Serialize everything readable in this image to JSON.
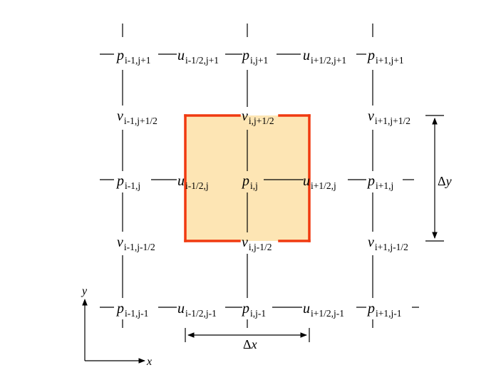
{
  "diagram": {
    "cell": {
      "fill": "#fde5b4",
      "edge_color": "#f03a10"
    },
    "labels": [
      {
        "id": "p-im1-jp1",
        "base": "p",
        "sub": "i-1,j+1"
      },
      {
        "id": "u-imh-jp1",
        "base": "u",
        "sub": "i-1/2,j+1"
      },
      {
        "id": "p-i-jp1",
        "base": "p",
        "sub": "i,j+1"
      },
      {
        "id": "u-iph-jp1",
        "base": "u",
        "sub": "i+1/2,j+1"
      },
      {
        "id": "p-ip1-jp1",
        "base": "p",
        "sub": "i+1,j+1"
      },
      {
        "id": "v-im1-jph",
        "base": "v",
        "sub": "i-1,j+1/2"
      },
      {
        "id": "v-i-jph",
        "base": "v",
        "sub": "i,j+1/2"
      },
      {
        "id": "v-ip1-jph",
        "base": "v",
        "sub": "i+1,j+1/2"
      },
      {
        "id": "p-im1-j",
        "base": "p",
        "sub": "i-1,j"
      },
      {
        "id": "u-imh-j",
        "base": "u",
        "sub": "i-1/2,j"
      },
      {
        "id": "p-i-j",
        "base": "p",
        "sub": "i,j"
      },
      {
        "id": "u-iph-j",
        "base": "u",
        "sub": "i+1/2,j"
      },
      {
        "id": "p-ip1-j",
        "base": "p",
        "sub": "i+1,j"
      },
      {
        "id": "v-im1-jmh",
        "base": "v",
        "sub": "i-1,j-1/2"
      },
      {
        "id": "v-i-jmh",
        "base": "v",
        "sub": "i,j-1/2"
      },
      {
        "id": "v-ip1-jmh",
        "base": "v",
        "sub": "i+1,j-1/2"
      },
      {
        "id": "p-im1-jm1",
        "base": "p",
        "sub": "i-1,j-1"
      },
      {
        "id": "u-imh-jm1",
        "base": "u",
        "sub": "i-1/2,j-1"
      },
      {
        "id": "p-i-jm1",
        "base": "p",
        "sub": "i,j-1"
      },
      {
        "id": "u-iph-jm1",
        "base": "u",
        "sub": "i+1/2,j-1"
      },
      {
        "id": "p-ip1-jm1",
        "base": "p",
        "sub": "i+1,j-1"
      }
    ],
    "dimensions": {
      "dy_symbol": "Δ",
      "dy_var": "y",
      "dx_symbol": "Δ",
      "dx_var": "x"
    },
    "axes": {
      "x": "x",
      "y": "y"
    }
  }
}
